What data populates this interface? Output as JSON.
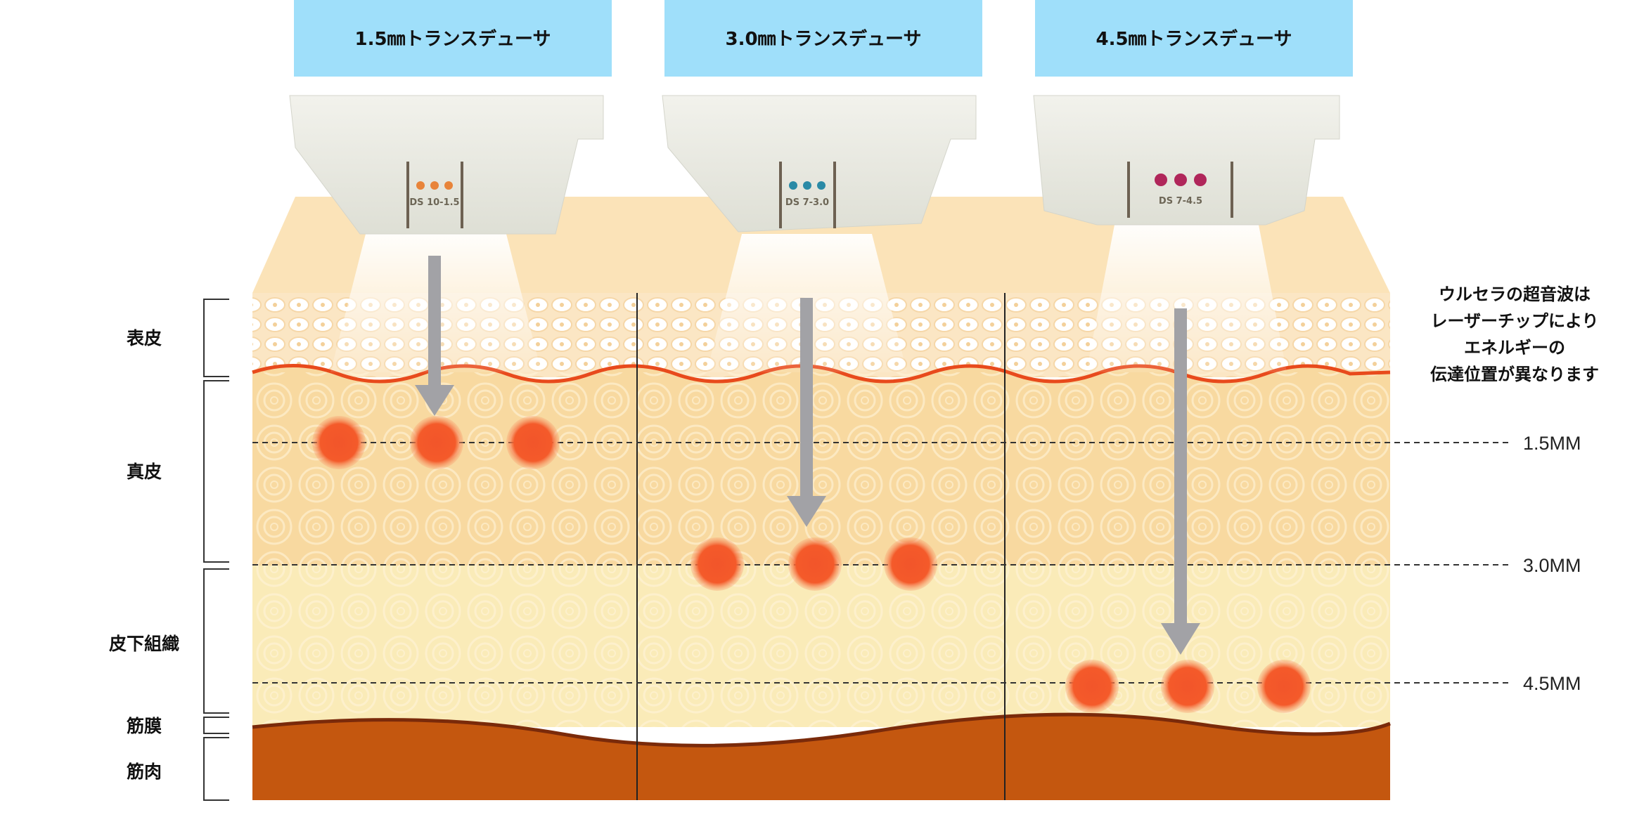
{
  "transducers": [
    {
      "label": "1.5㎜トランスデューサ",
      "code": "DS 10-1.5",
      "dot_color": "#e8843a"
    },
    {
      "label": "3.0㎜トランスデューサ",
      "code": "DS 7-3.0",
      "dot_color": "#2a8aa6"
    },
    {
      "label": "4.5㎜トランスデューサ",
      "code": "DS 7-4.5",
      "dot_color": "#b0265a"
    }
  ],
  "layers": [
    "表皮",
    "真皮",
    "皮下組織",
    "筋膜",
    "筋肉"
  ],
  "depths": [
    "1.5MM",
    "3.0MM",
    "4.5MM"
  ],
  "note": [
    "ウルセラの超音波は",
    "レーザーチップにより",
    "エネルギーの",
    "伝達位置が異なります"
  ],
  "colors": {
    "label_bg": "#9fdffa",
    "focal_point": "#f2552a",
    "muscle": "#c4570f",
    "dermis": "#f8d9a0",
    "subcutis": "#faebb8"
  }
}
